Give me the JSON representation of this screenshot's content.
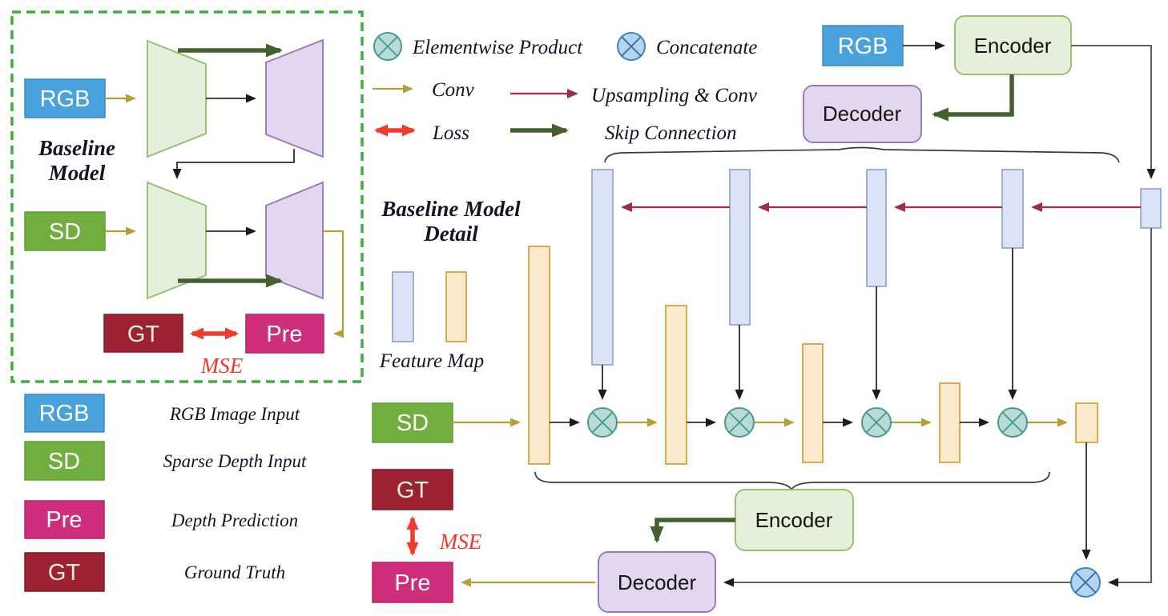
{
  "labels": {
    "rgb": "RGB",
    "sd": "SD",
    "gt": "GT",
    "pre": "Pre",
    "mse": "MSE",
    "encoder": "Encoder",
    "decoder": "Decoder"
  },
  "baseline": {
    "title_line1": "Baseline",
    "title_line2": "Model"
  },
  "detail_title": {
    "line1": "Baseline Model",
    "line2": "Detail",
    "feature_map": "Feature Map"
  },
  "legend": {
    "elementwise_product": "Elementwise Product",
    "concatenate": "Concatenate",
    "conv": "Conv",
    "upsampling": "Upsampling & Conv",
    "loss": "Loss",
    "skip": "Skip Connection"
  },
  "key": {
    "items": [
      {
        "box": "RGB",
        "desc": "RGB Image Input"
      },
      {
        "box": "SD",
        "desc": "Sparse Depth Input"
      },
      {
        "box": "Pre",
        "desc": "Depth Prediction"
      },
      {
        "box": "GT",
        "desc": "Ground Truth"
      }
    ]
  },
  "palette": {
    "rgb_blue": "#49a2db",
    "sd_green": "#70af3f",
    "pre_magenta": "#ce2e7c",
    "gt_dark_red": "#9c2132",
    "encoder_green": "#e4f0da",
    "decoder_purple": "#e3d7ef",
    "feature_map_blue": "#dbe4f6",
    "feature_map_orange": "#fbe9cd",
    "elementwise_teal": "#b7dcd8",
    "concatenate_blue": "#b5d5ee",
    "conv_olive": "#b5a036",
    "upsampling_crimson": "#9f2b51",
    "loss_red": "#f13a2a",
    "skip_green": "#44602f",
    "dashed_border_green": "#41ab3c"
  }
}
